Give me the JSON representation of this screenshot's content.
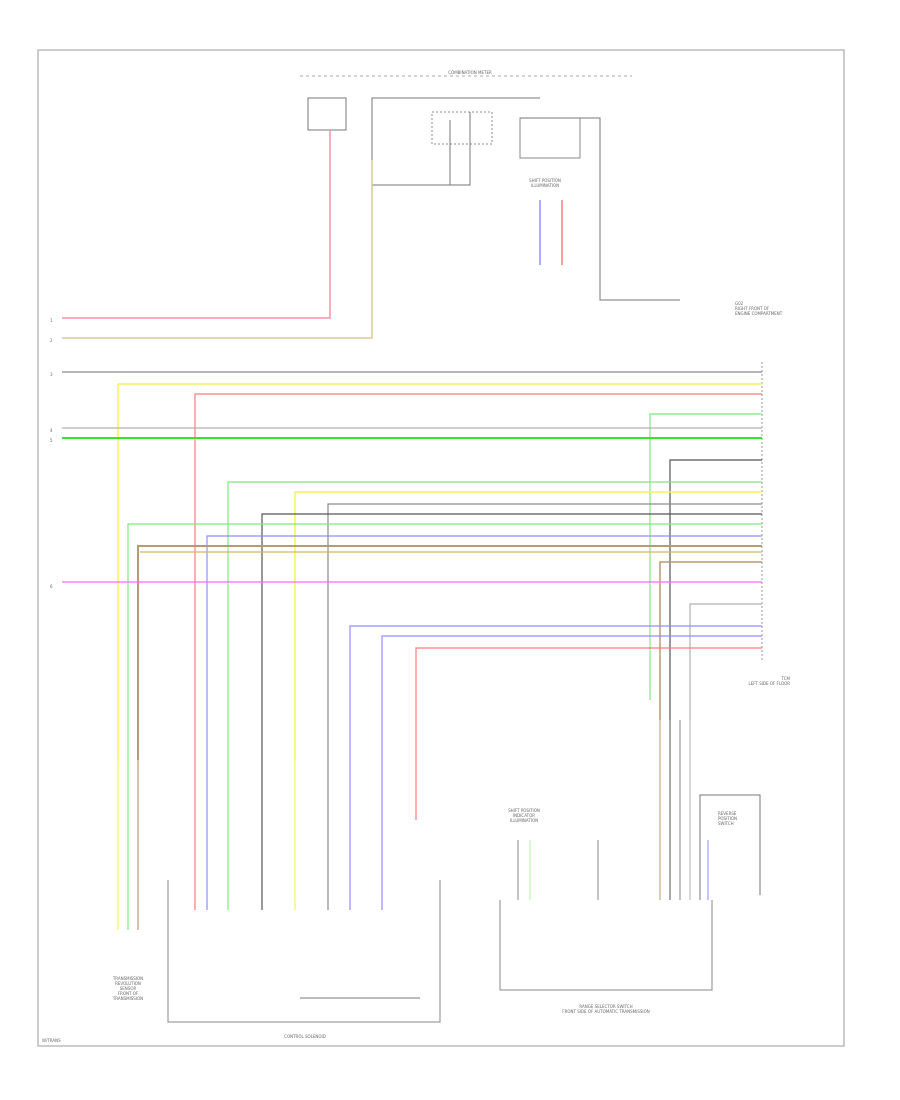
{
  "title": "COMBINATION METER",
  "labels": {
    "tcm_caption": "TCM\nLEFT SIDE OF FLOOR",
    "control_solenoid": "CONTROL SOLENOID",
    "range_switch": "RANGE SELECTOR SWITCH\nFRONT SIDE OF AUTOMATIC TRANSMISSION",
    "reverse_sensor": "REVERSE\nPOSITION\nSWITCH",
    "footer": "W/TRANS",
    "shift_lever": "SHIFT POSITION\nINDICATOR\nILLUMINATION",
    "ground_note": "G02\nRIGHT FRONT OF\nENGINE COMPARTMENT",
    "left_connector": "TRANSMISSION\nREVOLUTION\nSENSOR\nFRONT OF\nTRANSMISSION",
    "meter_sub": "SHIFT POSITION\nILLUMINATION"
  },
  "left_pins": [
    "1",
    "2",
    "3",
    "4",
    "5",
    "6"
  ],
  "colors": {
    "pink": "#ff8fa8",
    "tan": "#d9c89a",
    "yellow": "#f5f25a",
    "green": "#7ee87e",
    "blue": "#8f8fff",
    "magenta": "#ff6bff",
    "red": "#ff7a7a",
    "orange": "#e0b060",
    "grey": "#8a8a8a",
    "dark": "#555555",
    "lightgreen": "#b8f0a0",
    "brown": "#b89a70"
  }
}
